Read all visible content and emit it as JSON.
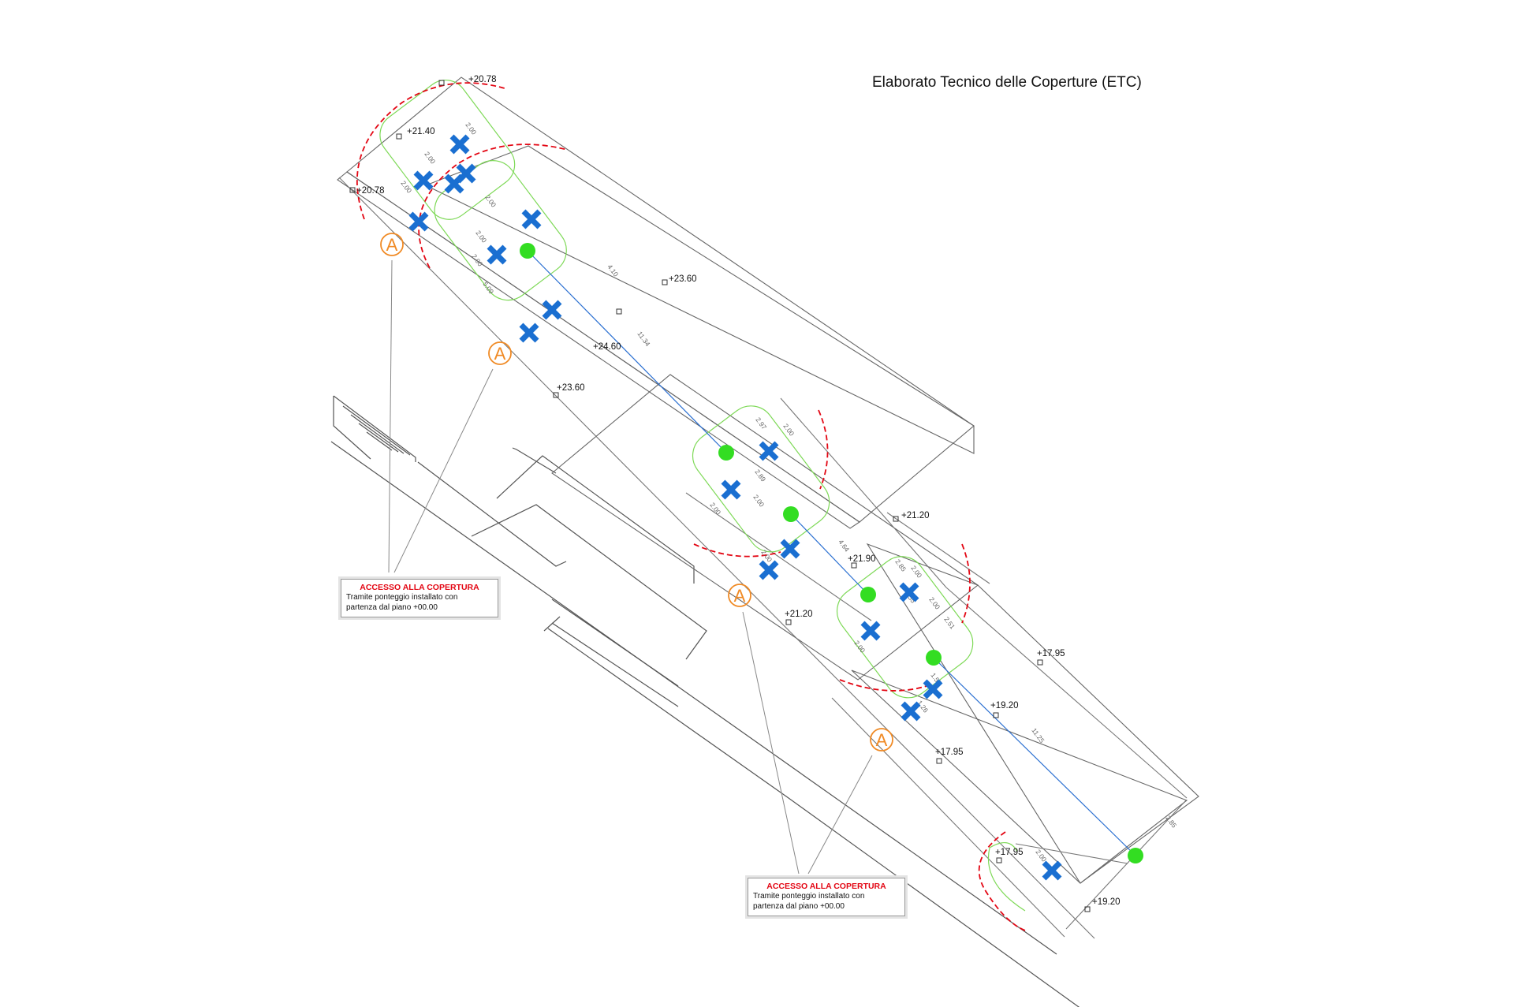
{
  "title": "Elaborato Tecnico delle Coperture (ETC)",
  "access_boxes": [
    {
      "title": "ACCESSO ALLA COPERTURA",
      "line1": "Tramite ponteggio installato con",
      "line2": "partenza dal piano +00.00"
    },
    {
      "title": "ACCESSO ALLA COPERTURA",
      "line1": "Tramite ponteggio installato con",
      "line2": "partenza dal piano +00.00"
    }
  ],
  "access_marker_letter": "A",
  "elevations": [
    "+20.78",
    "+21.40",
    "+20.78",
    "+23.60",
    "+24.60",
    "+23.60",
    "+21.20",
    "+21.90",
    "+21.20",
    "+17.95",
    "+19.20",
    "+17.95",
    "+17.95",
    "+19.20"
  ],
  "dimensions": [
    "2.00",
    "2.00",
    "2.00",
    "2.00",
    "2.00",
    "2.00",
    "2.00",
    "2.00",
    "2.00",
    "2.00",
    "2.00",
    "2.00",
    "2.00",
    "2.00",
    "4.10",
    "11.34",
    "5.09",
    "2.97",
    "2.89",
    "4.64",
    "2.85",
    "2.55",
    "1.55",
    "1.26",
    "2.51",
    "11.25",
    "2.85"
  ],
  "colors": {
    "anchor_cross": "#1a6fd1",
    "anchor_point": "#33dd22",
    "lifeline": "#2a6fd1",
    "safety_arc_red": "#e30613",
    "safety_arc_green": "#7ed957",
    "access_marker": "#f08a24",
    "access_title": "#e30613",
    "linework": "#555555"
  }
}
